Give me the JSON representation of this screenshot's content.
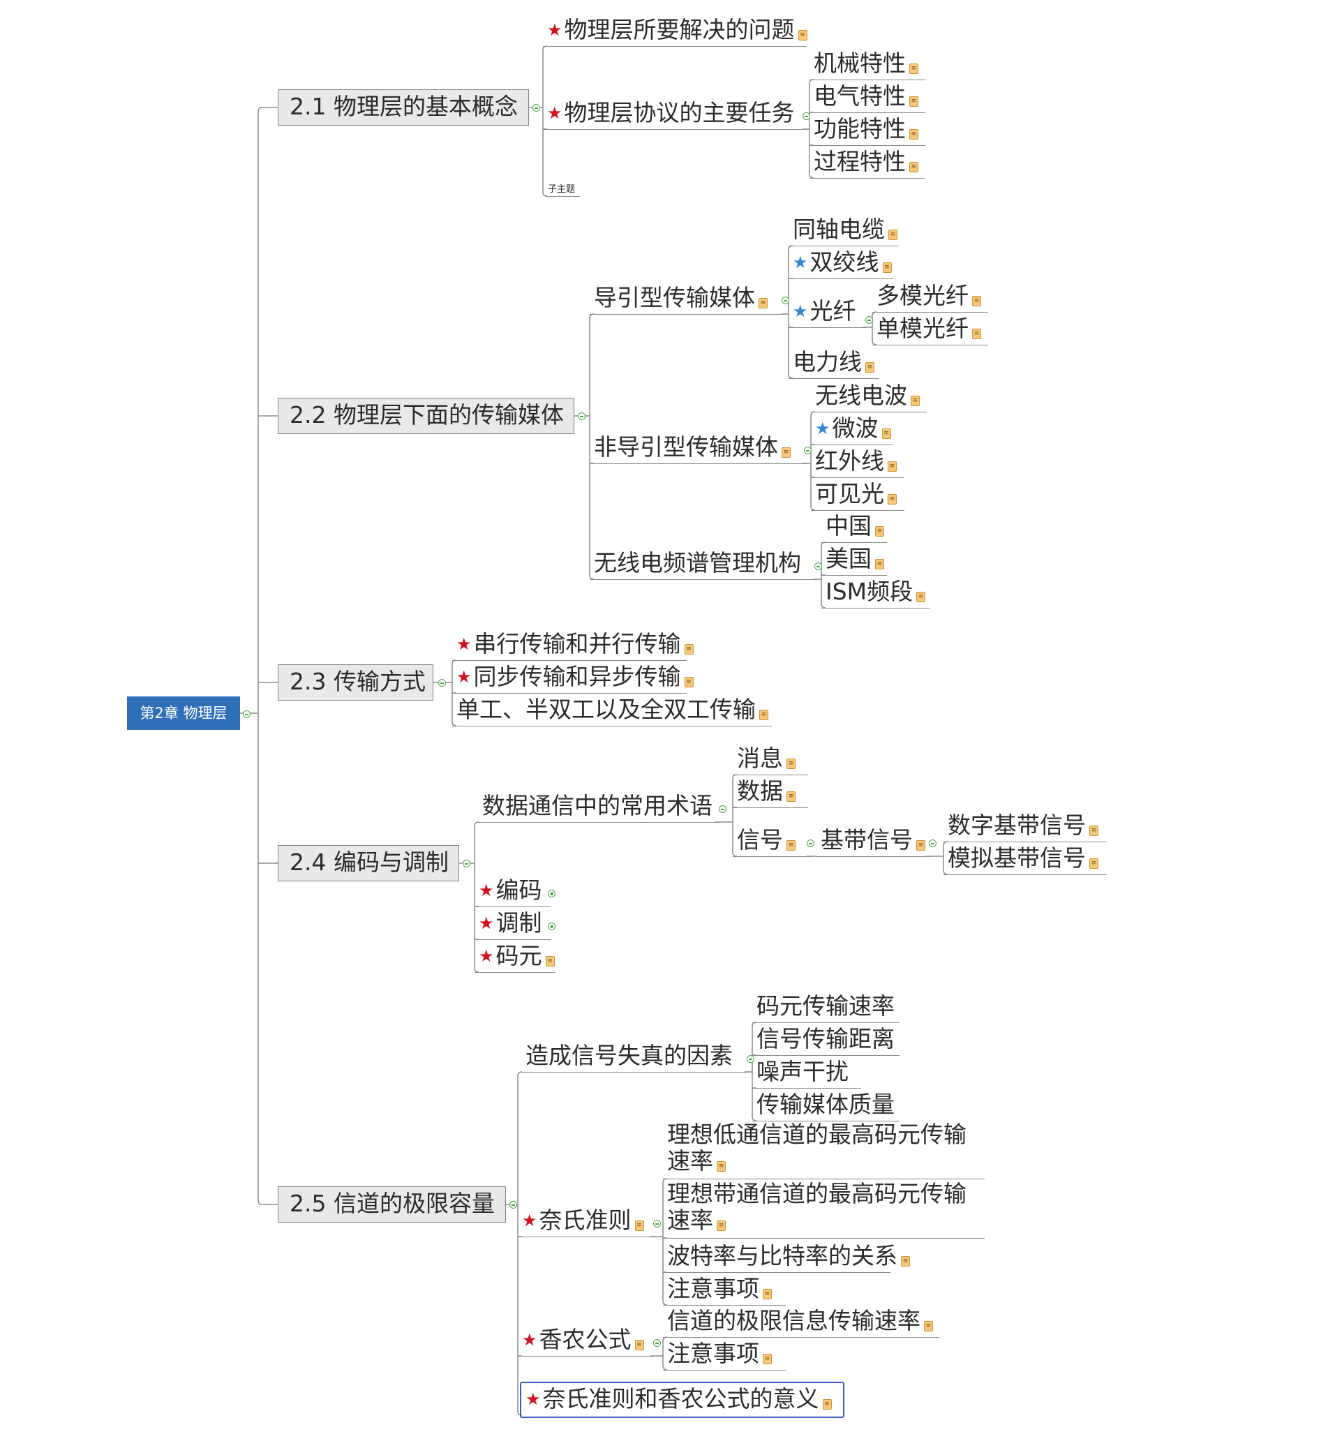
{
  "root": {
    "label": "第2章 物理层"
  },
  "sections": [
    {
      "label": "2.1 物理层的基本概念",
      "children": [
        {
          "label": "物理层所要解决的问题",
          "star": "red"
        },
        {
          "label": "物理层协议的主要任务",
          "star": "red",
          "children": [
            "机械特性",
            "电气特性",
            "功能特性",
            "过程特性"
          ]
        },
        {
          "label": "子主题"
        }
      ]
    },
    {
      "label": "2.2 物理层下面的传输媒体",
      "children": [
        {
          "label": "导引型传输媒体",
          "children": [
            {
              "label": "同轴电缆"
            },
            {
              "label": "双绞线",
              "star": "blue"
            },
            {
              "label": "光纤",
              "star": "blue",
              "children": [
                "多模光纤",
                "单模光纤"
              ]
            },
            {
              "label": "电力线"
            }
          ]
        },
        {
          "label": "非导引型传输媒体",
          "children": [
            {
              "label": "无线电波"
            },
            {
              "label": "微波",
              "star": "blue"
            },
            {
              "label": "红外线"
            },
            {
              "label": "可见光"
            }
          ]
        },
        {
          "label": "无线电频谱管理机构",
          "children": [
            "中国",
            "美国",
            "ISM频段"
          ]
        }
      ]
    },
    {
      "label": "2.3 传输方式",
      "children": [
        {
          "label": "串行传输和并行传输",
          "star": "red"
        },
        {
          "label": "同步传输和异步传输",
          "star": "red"
        },
        {
          "label": "单工、半双工以及全双工传输"
        }
      ]
    },
    {
      "label": "2.4 编码与调制",
      "children": [
        {
          "label": "数据通信中的常用术语",
          "children": [
            {
              "label": "消息"
            },
            {
              "label": "数据"
            },
            {
              "label": "信号",
              "children": [
                {
                  "label": "基带信号",
                  "children": [
                    "数字基带信号",
                    "模拟基带信号"
                  ]
                }
              ]
            }
          ]
        },
        {
          "label": "编码",
          "star": "red"
        },
        {
          "label": "调制",
          "star": "red"
        },
        {
          "label": "码元",
          "star": "red"
        }
      ]
    },
    {
      "label": "2.5 信道的极限容量",
      "children": [
        {
          "label": "造成信号失真的因素",
          "children": [
            "码元传输速率",
            "信号传输距离",
            "噪声干扰",
            "传输媒体质量"
          ]
        },
        {
          "label": "奈氏准则",
          "star": "red",
          "children": [
            "理想低通信道的最高码元传输速率",
            "理想带通信道的最高码元传输速率",
            "波特率与比特率的关系",
            "注意事项"
          ]
        },
        {
          "label": "香农公式",
          "star": "red",
          "children": [
            "信道的极限信息传输速率",
            "注意事项"
          ]
        },
        {
          "label": "奈氏准则和香农公式的意义",
          "star": "red",
          "selected": true
        }
      ]
    }
  ],
  "colors": {
    "root_bg": "#2f6fba",
    "star_red": "#d3121f",
    "star_blue": "#2f86d8",
    "toggle": "#4ea64a",
    "selection": "#3b59c9"
  }
}
